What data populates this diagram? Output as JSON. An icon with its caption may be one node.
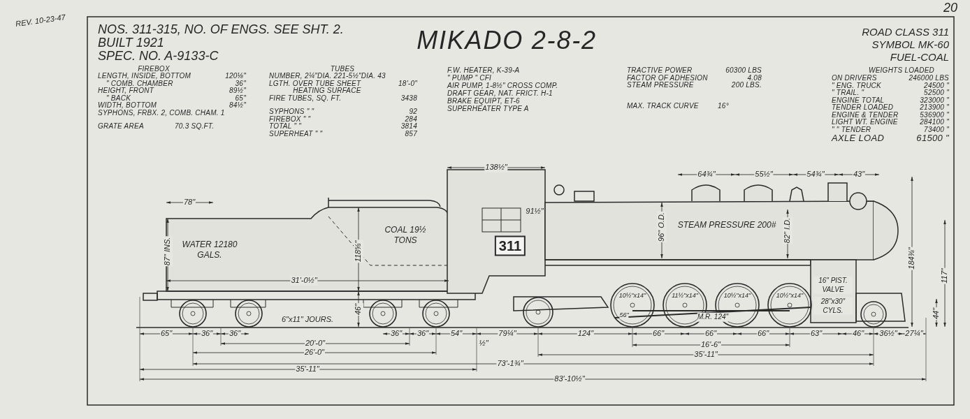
{
  "diagram": {
    "title": "MIKADO 2-8-2",
    "labels": [
      "REV. 10-23-47",
      "20",
      "NOS. 311-315, NO. OF ENGS. SEE SHT. 2.",
      "BUILT 1921",
      "SPEC. NO. A-9133-C",
      "ROAD CLASS 311",
      "SYMBOL MK-60",
      "FUEL-COAL",
      "FIREBOX",
      "LENGTH, INSIDE, BOTTOM",
      "120⅛\"",
      "\" COMB. CHAMBER",
      "36\"",
      "HEIGHT, FRONT",
      "89½\"",
      "\" BACK",
      "65\"",
      "WIDTH, BOTTOM",
      "84½\"",
      "SYPHONS, FRBX. 2, COMB. CHAM. 1",
      "GRATE AREA",
      "70.3 SQ.FT.",
      "TUBES",
      "NUMBER, 2¼\"DIA. 221-5½\"DIA. 43",
      "LGTH. OVER TUBE SHEET",
      "18'-0\"",
      "HEATING SURFACE",
      "FIRE TUBES, SQ. FT.",
      "3438",
      "SYPHONS \" \"",
      "92",
      "FIREBOX \" \"",
      "284",
      "TOTAL \" \"",
      "3814",
      "SUPERHEAT \" \"",
      "857",
      "F.W. HEATER, K-39-A",
      "\" PUMP \" CFI",
      "AIR PUMP, 1-8½\" CROSS COMP.",
      "DRAFT GEAR, NAT. FRICT. H-1",
      "BRAKE EQUIPT, ET-6",
      "SUPERHEATER TYPE A",
      "TRACTIVE POWER",
      "60300 LBS",
      "FACTOR OF ADHESION",
      "4.08",
      "STEAM PRESSURE",
      "200 LBS.",
      "MAX. TRACK CURVE",
      "16°",
      "WEIGHTS LOADED",
      "ON DRIVERS",
      "246000 LBS",
      "\" ENG. TRUCK",
      "24500 \"",
      "\" TRAIL. \"",
      "52500 \"",
      "ENGINE TOTAL",
      "323000 \"",
      "TENDER LOADED",
      "213900 \"",
      "ENGINE & TENDER",
      "536900 \"",
      "LIGHT WT. ENGINE",
      "284100 \"",
      "\" \" TENDER",
      "73400 \"",
      "AXLE LOAD",
      "61500 \"",
      "78\"",
      "87\" INS.",
      "WATER 12180 GALS.",
      "COAL 19½ TONS",
      "118⅝\"",
      "31'-0½\"",
      "46\"",
      "6\"x11\" JOURS.",
      "138½\"",
      "91½\"",
      "311",
      "96\" O.D.",
      "STEAM PRESSURE 200#",
      "82\" I.D.",
      "64¾\"",
      "55½\"",
      "54¾\"",
      "43\"",
      "184⅜\"",
      "117\"",
      "44\"",
      "16\" PIST. VALVE",
      "28\"x30\" CYLS.",
      "10½\"x14\"",
      "11½\"x14\"",
      "10½\"x14\"",
      "10½\"x14\"",
      "56\"",
      "M.R. 124\"",
      "65\"",
      "36\"",
      "36\"",
      "36\"",
      "36\"",
      "54\"",
      "79¼\"",
      "124\"",
      "66\"",
      "66\"",
      "66\"",
      "63\"",
      "46\"",
      "36½\"",
      "27¼\"",
      "20'-0\"",
      "½\"",
      "16'-6\"",
      "26'-0\"",
      "35'-11\"",
      "73'-1¾\"",
      "35'-11\"",
      "83'-10½\""
    ]
  }
}
